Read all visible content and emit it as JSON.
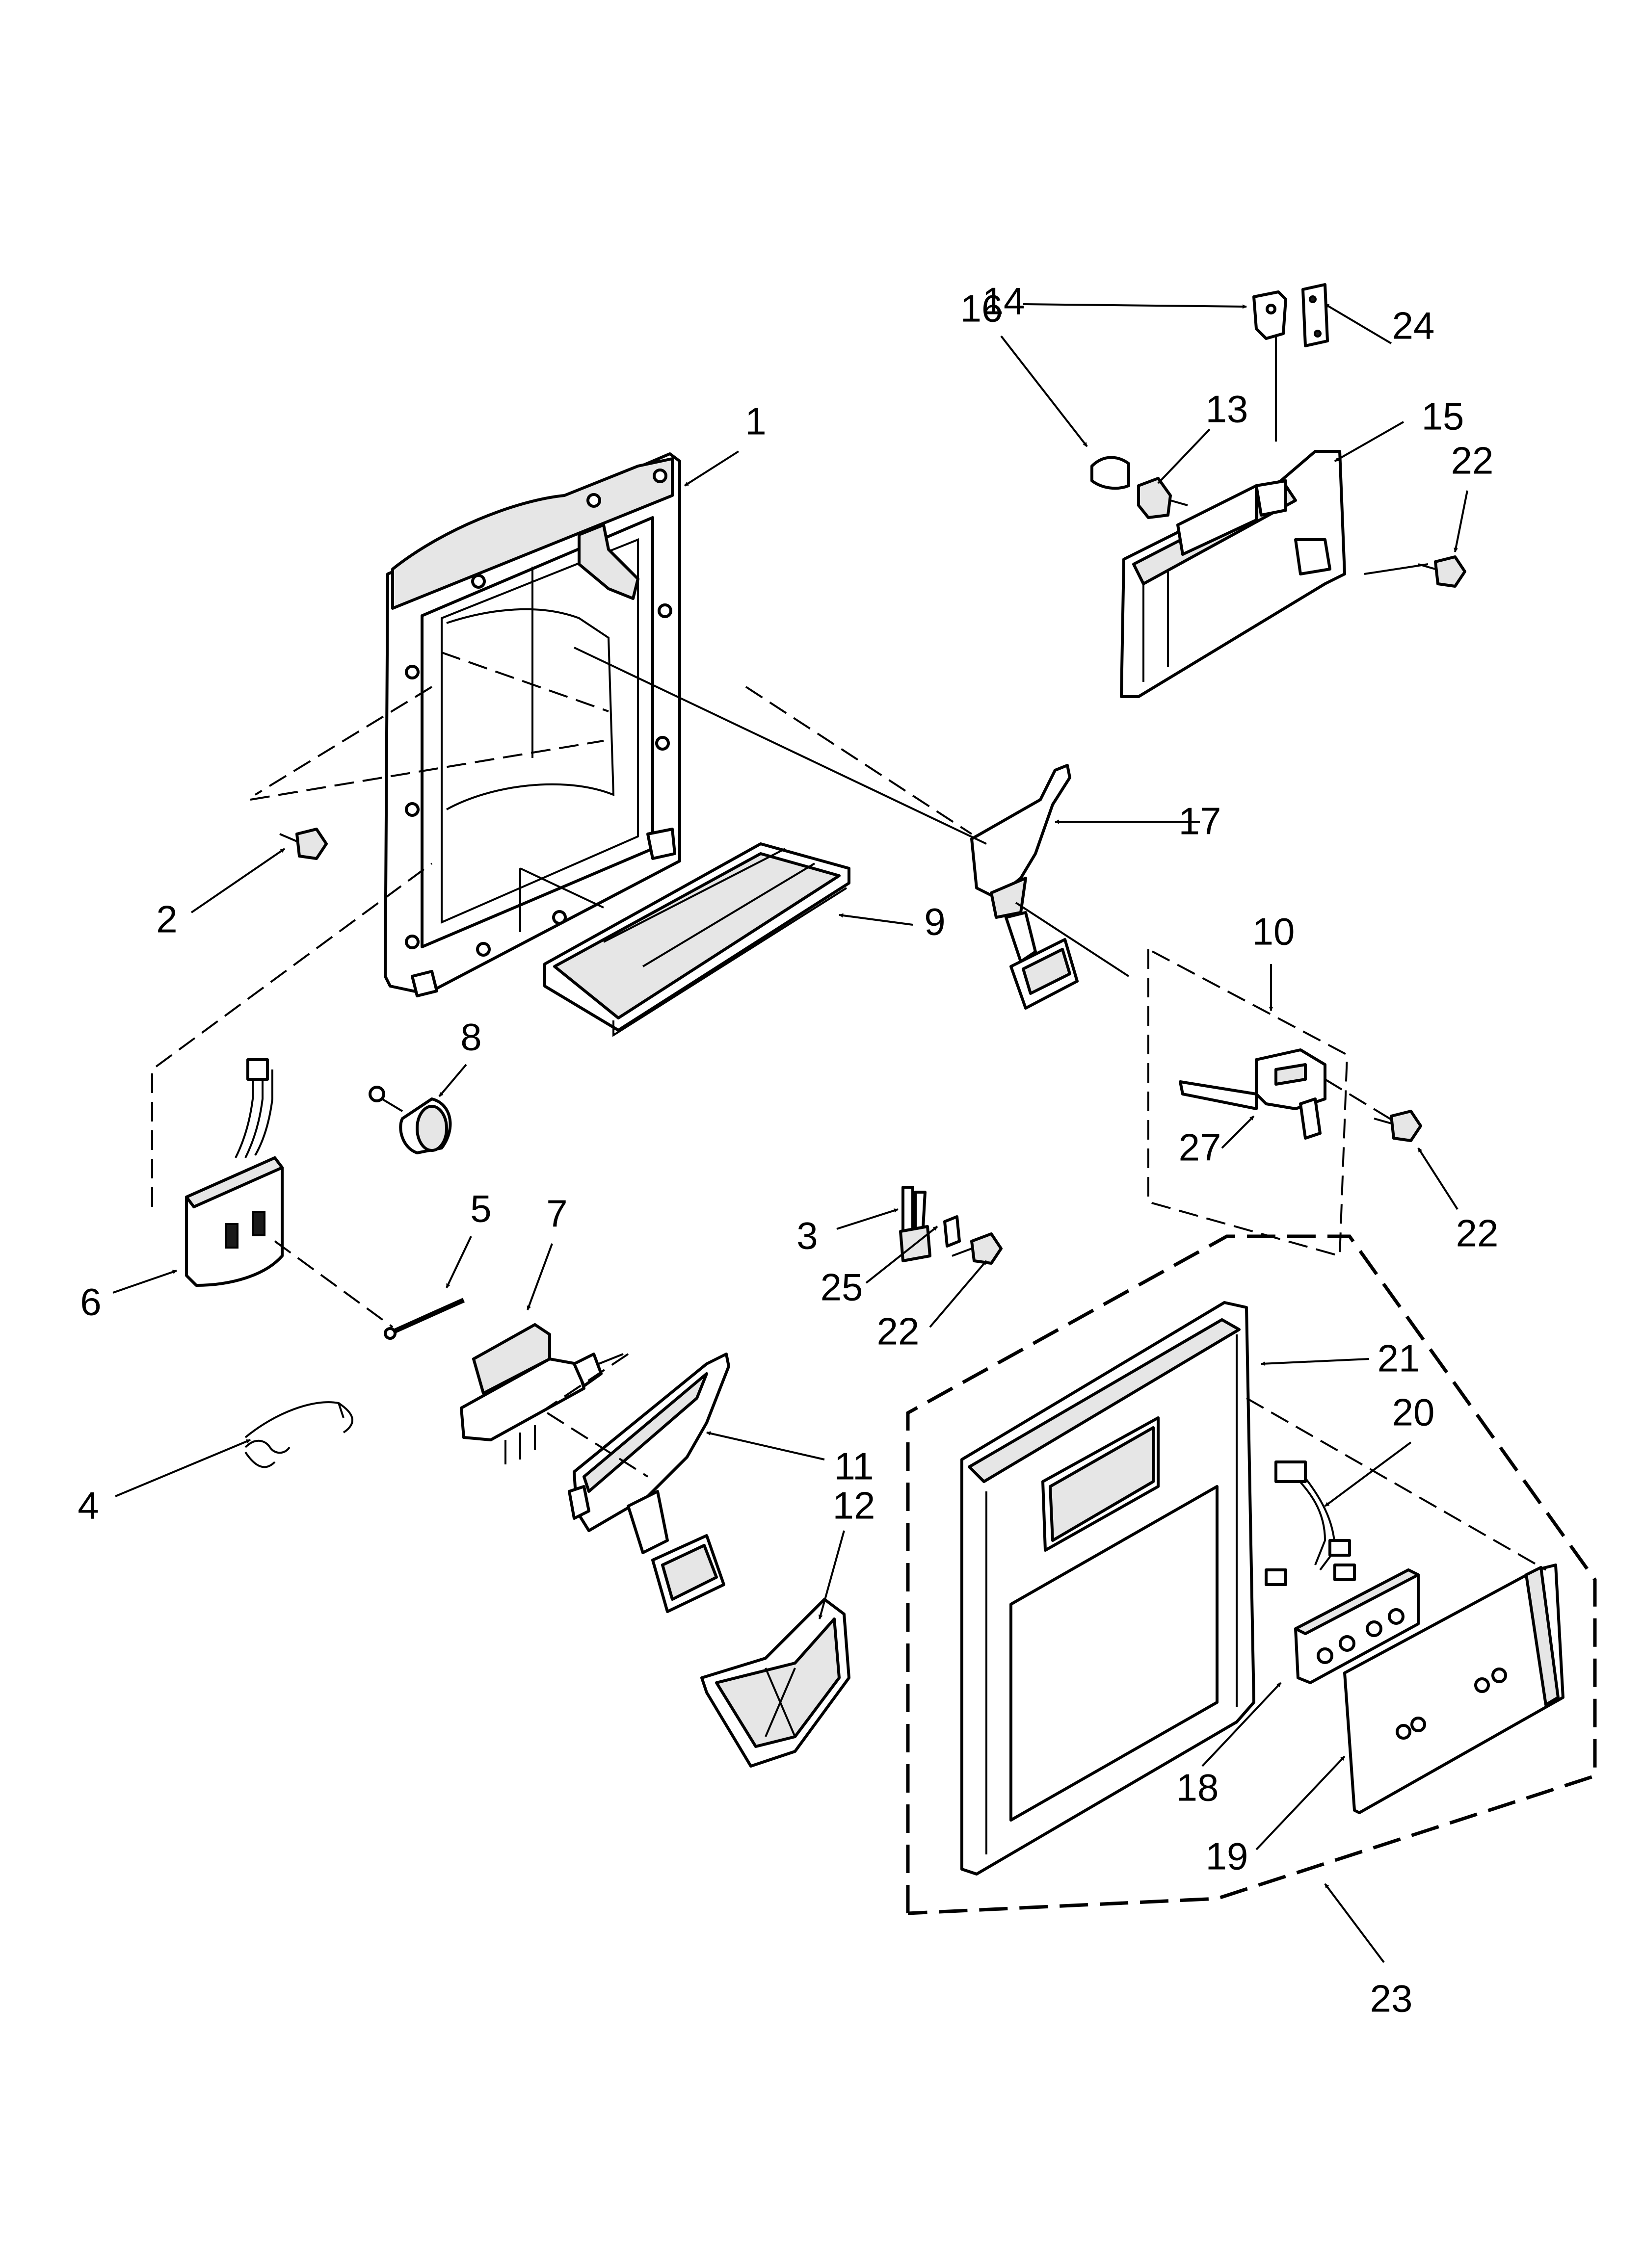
{
  "diagram": {
    "callouts": [
      {
        "id": "c1",
        "label": "1"
      },
      {
        "id": "c2",
        "label": "2"
      },
      {
        "id": "c3",
        "label": "3"
      },
      {
        "id": "c4",
        "label": "4"
      },
      {
        "id": "c5",
        "label": "5"
      },
      {
        "id": "c6",
        "label": "6"
      },
      {
        "id": "c7",
        "label": "7"
      },
      {
        "id": "c8",
        "label": "8"
      },
      {
        "id": "c9",
        "label": "9"
      },
      {
        "id": "c10",
        "label": "10"
      },
      {
        "id": "c11",
        "label": "11"
      },
      {
        "id": "c12",
        "label": "12"
      },
      {
        "id": "c13",
        "label": "13"
      },
      {
        "id": "c14",
        "label": "14"
      },
      {
        "id": "c15",
        "label": "15"
      },
      {
        "id": "c16",
        "label": "16"
      },
      {
        "id": "c17",
        "label": "17"
      },
      {
        "id": "c18",
        "label": "18"
      },
      {
        "id": "c19",
        "label": "19"
      },
      {
        "id": "c20",
        "label": "20"
      },
      {
        "id": "c21",
        "label": "21"
      },
      {
        "id": "c22a",
        "label": "22"
      },
      {
        "id": "c22b",
        "label": "22"
      },
      {
        "id": "c22c",
        "label": "22"
      },
      {
        "id": "c23",
        "label": "23"
      },
      {
        "id": "c24",
        "label": "24"
      },
      {
        "id": "c25",
        "label": "25"
      },
      {
        "id": "c27",
        "label": "27"
      }
    ]
  }
}
